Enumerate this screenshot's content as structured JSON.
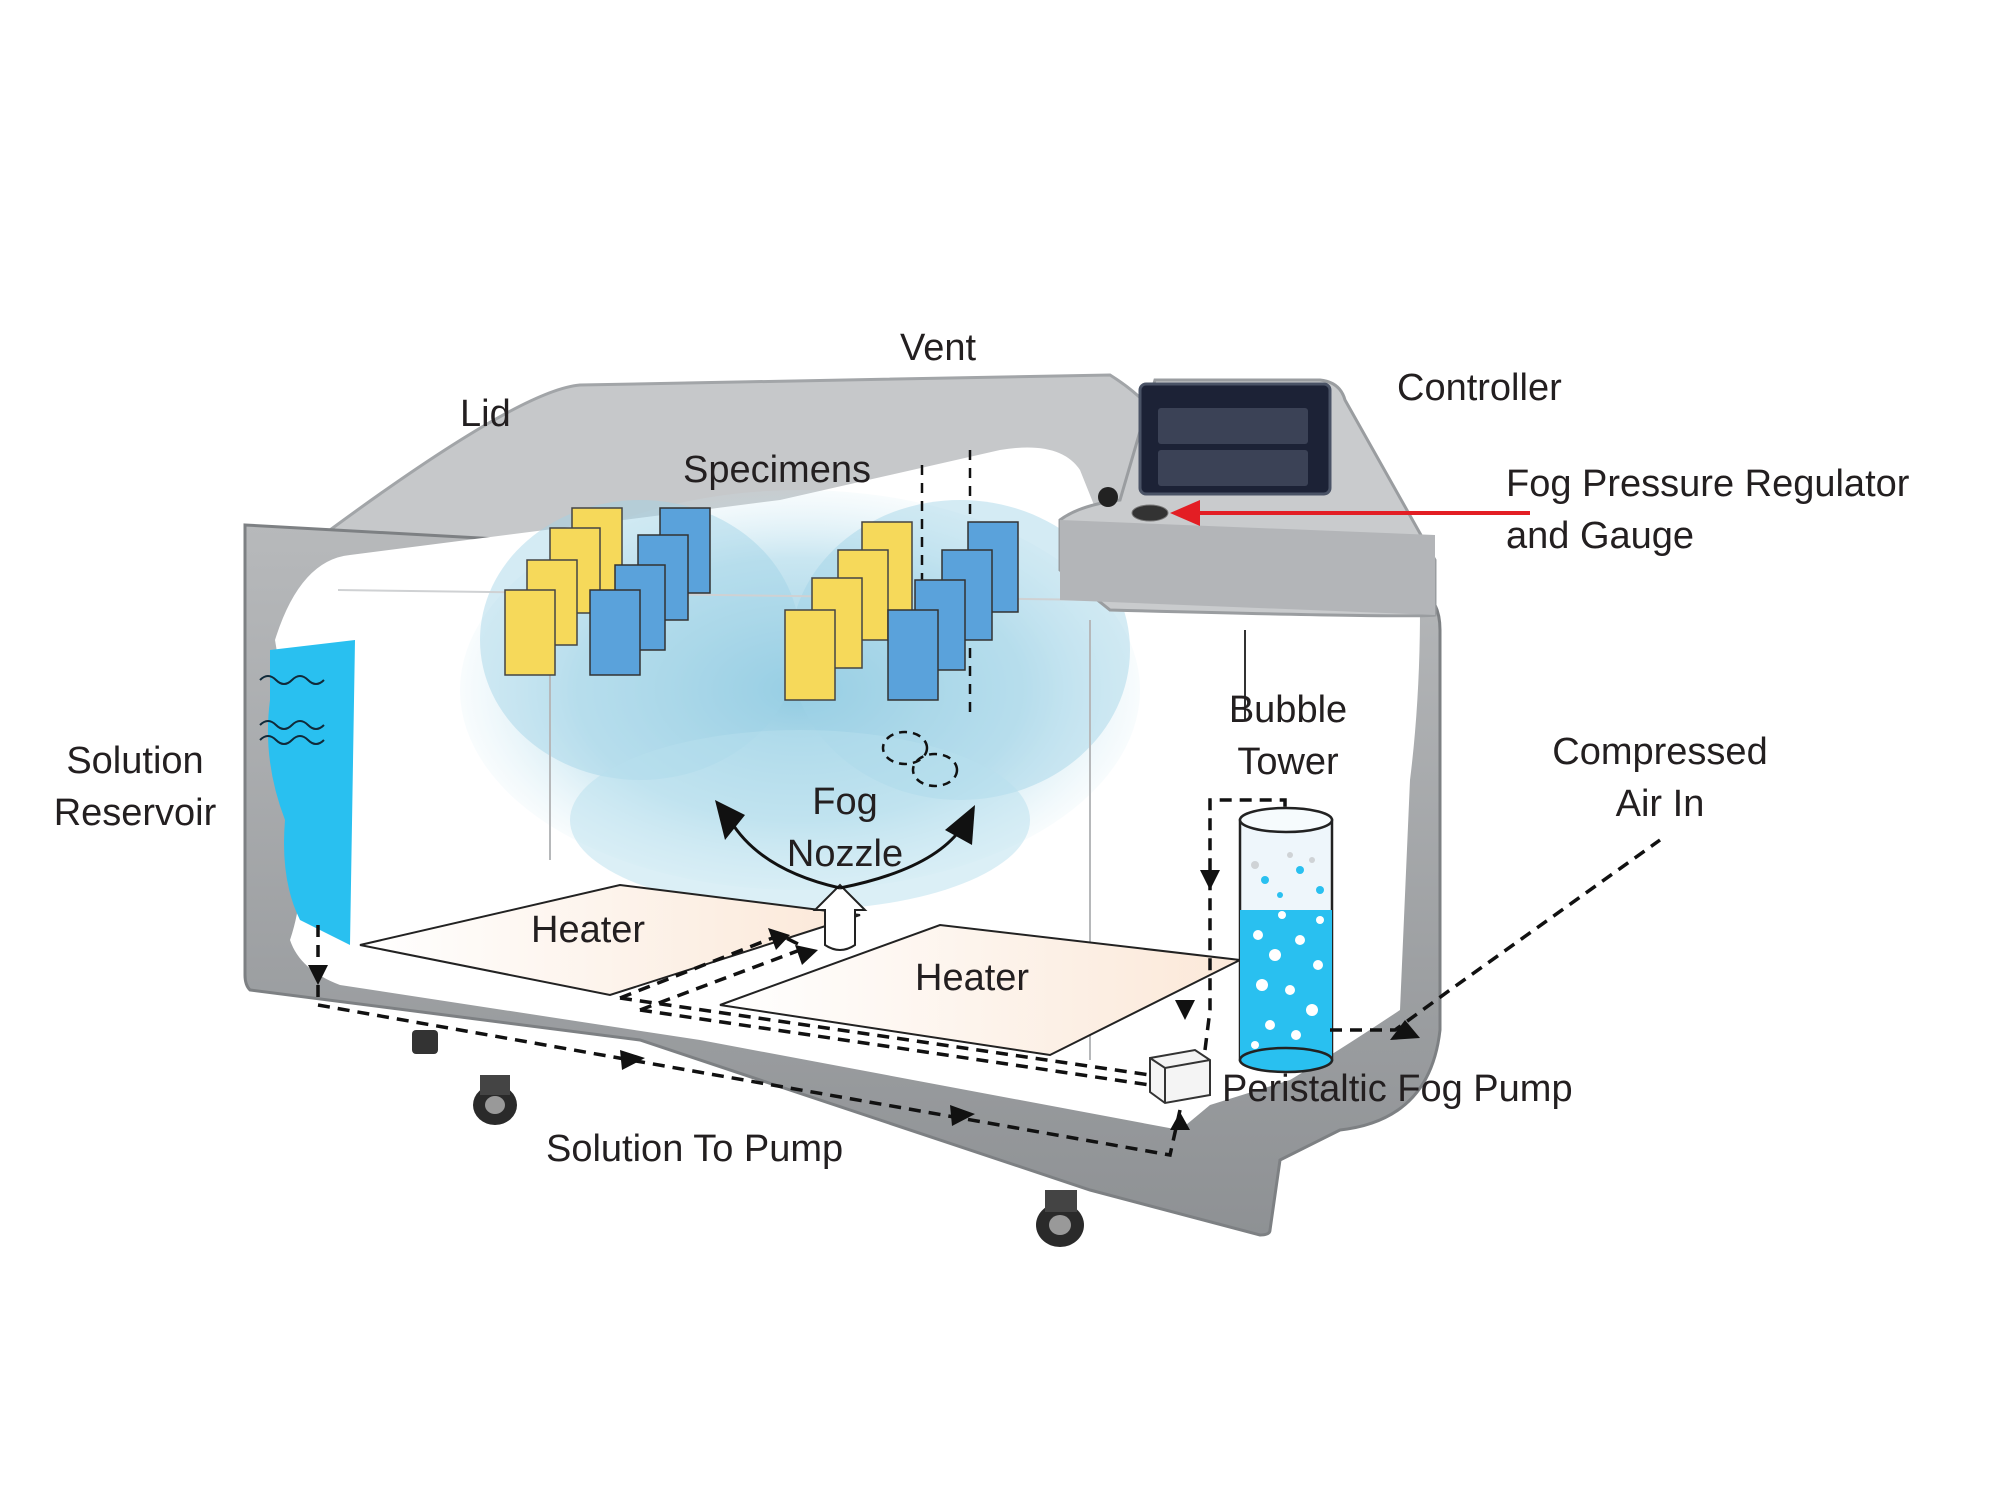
{
  "labels": {
    "vent": "Vent",
    "lid": "Lid",
    "controller": "Controller",
    "specimens": "Specimens",
    "fog_pressure": [
      "Fog Pressure Regulator",
      "and Gauge"
    ],
    "solution_reservoir": [
      "Solution",
      "Reservoir"
    ],
    "bubble_tower": [
      "Bubble",
      "Tower"
    ],
    "compressed_air": [
      "Compressed",
      "Air In"
    ],
    "fog_nozzle": [
      "Fog",
      "Nozzle"
    ],
    "heater_left": "Heater",
    "heater_right": "Heater",
    "peristaltic_pump": "Peristaltic Fog Pump",
    "solution_to_pump": "Solution To Pump"
  },
  "colors": {
    "cabinet_gray": "#a9abad",
    "cabinet_dark": "#7d8083",
    "lid_gray": "#c6c8ca",
    "solution_blue": "#29c0f0",
    "specimen_yellow": "#f6d95a",
    "specimen_blue": "#5aa2db",
    "fog_blue": "#9fd3e6",
    "pointer_red": "#e31e24",
    "label_text": "#231f20"
  }
}
